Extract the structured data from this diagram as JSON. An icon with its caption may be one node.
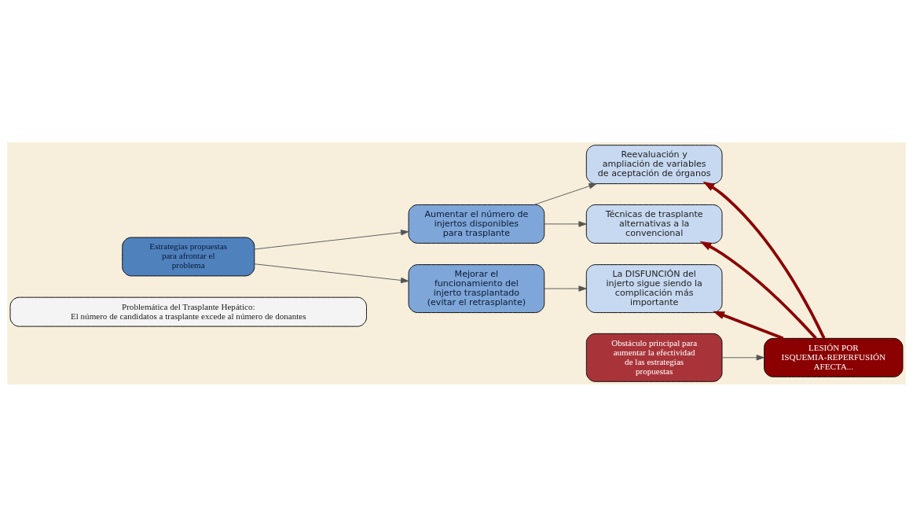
{
  "diagram": {
    "nodes": [
      {
        "text": [
          "Problemática del Trasplante Hepático:",
          "El número de candidatos a trasplante excede al número de donantes"
        ]
      },
      {
        "text": [
          "Estrategias propuestas para afrontar el problema"
        ]
      },
      {
        "text": [
          "Aumentar el número de injertos disponibles para trasplante"
        ]
      },
      {
        "text": [
          "Mejorar el funcionamiento del injerto trasplantado (evitar el retrasplante)"
        ]
      },
      {
        "text": [
          "Reevaluación y ampliación de variables de aceptación de órganos"
        ]
      },
      {
        "text": [
          "Técnicas de trasplante alternativas a la convencional"
        ]
      },
      {
        "text": [
          "La DISFUNCIÓN del injerto sigue siendo la complicación más importante"
        ]
      },
      {
        "text": [
          "LESIÓN POR ISQUEMIA-REPERFUSIÓN AFECTA..."
        ]
      },
      {
        "text": [
          "Obstáculo principal para aumentar la efectividad de las estrategias propuestas"
        ]
      }
    ],
    "edges": [
      {
        "from": 1,
        "to": 2,
        "arrow": "to"
      },
      {
        "from": 1,
        "to": 3,
        "arrow": "to"
      },
      {
        "from": 2,
        "to": 4,
        "arrow": "to"
      },
      {
        "from": 2,
        "to": 5,
        "arrow": "to"
      },
      {
        "from": 3,
        "to": 6,
        "arrow": "to"
      },
      {
        "from": 7,
        "to": 4,
        "arrow": "to",
        "style": "thick",
        "color": "#8b0000"
      },
      {
        "from": 7,
        "to": 5,
        "arrow": "to",
        "style": "thick",
        "color": "#8b0000"
      },
      {
        "from": 7,
        "to": 6,
        "arrow": "to",
        "style": "thick",
        "color": "#8b0000"
      },
      {
        "from": 8,
        "to": 7,
        "arrow": "to"
      }
    ]
  }
}
